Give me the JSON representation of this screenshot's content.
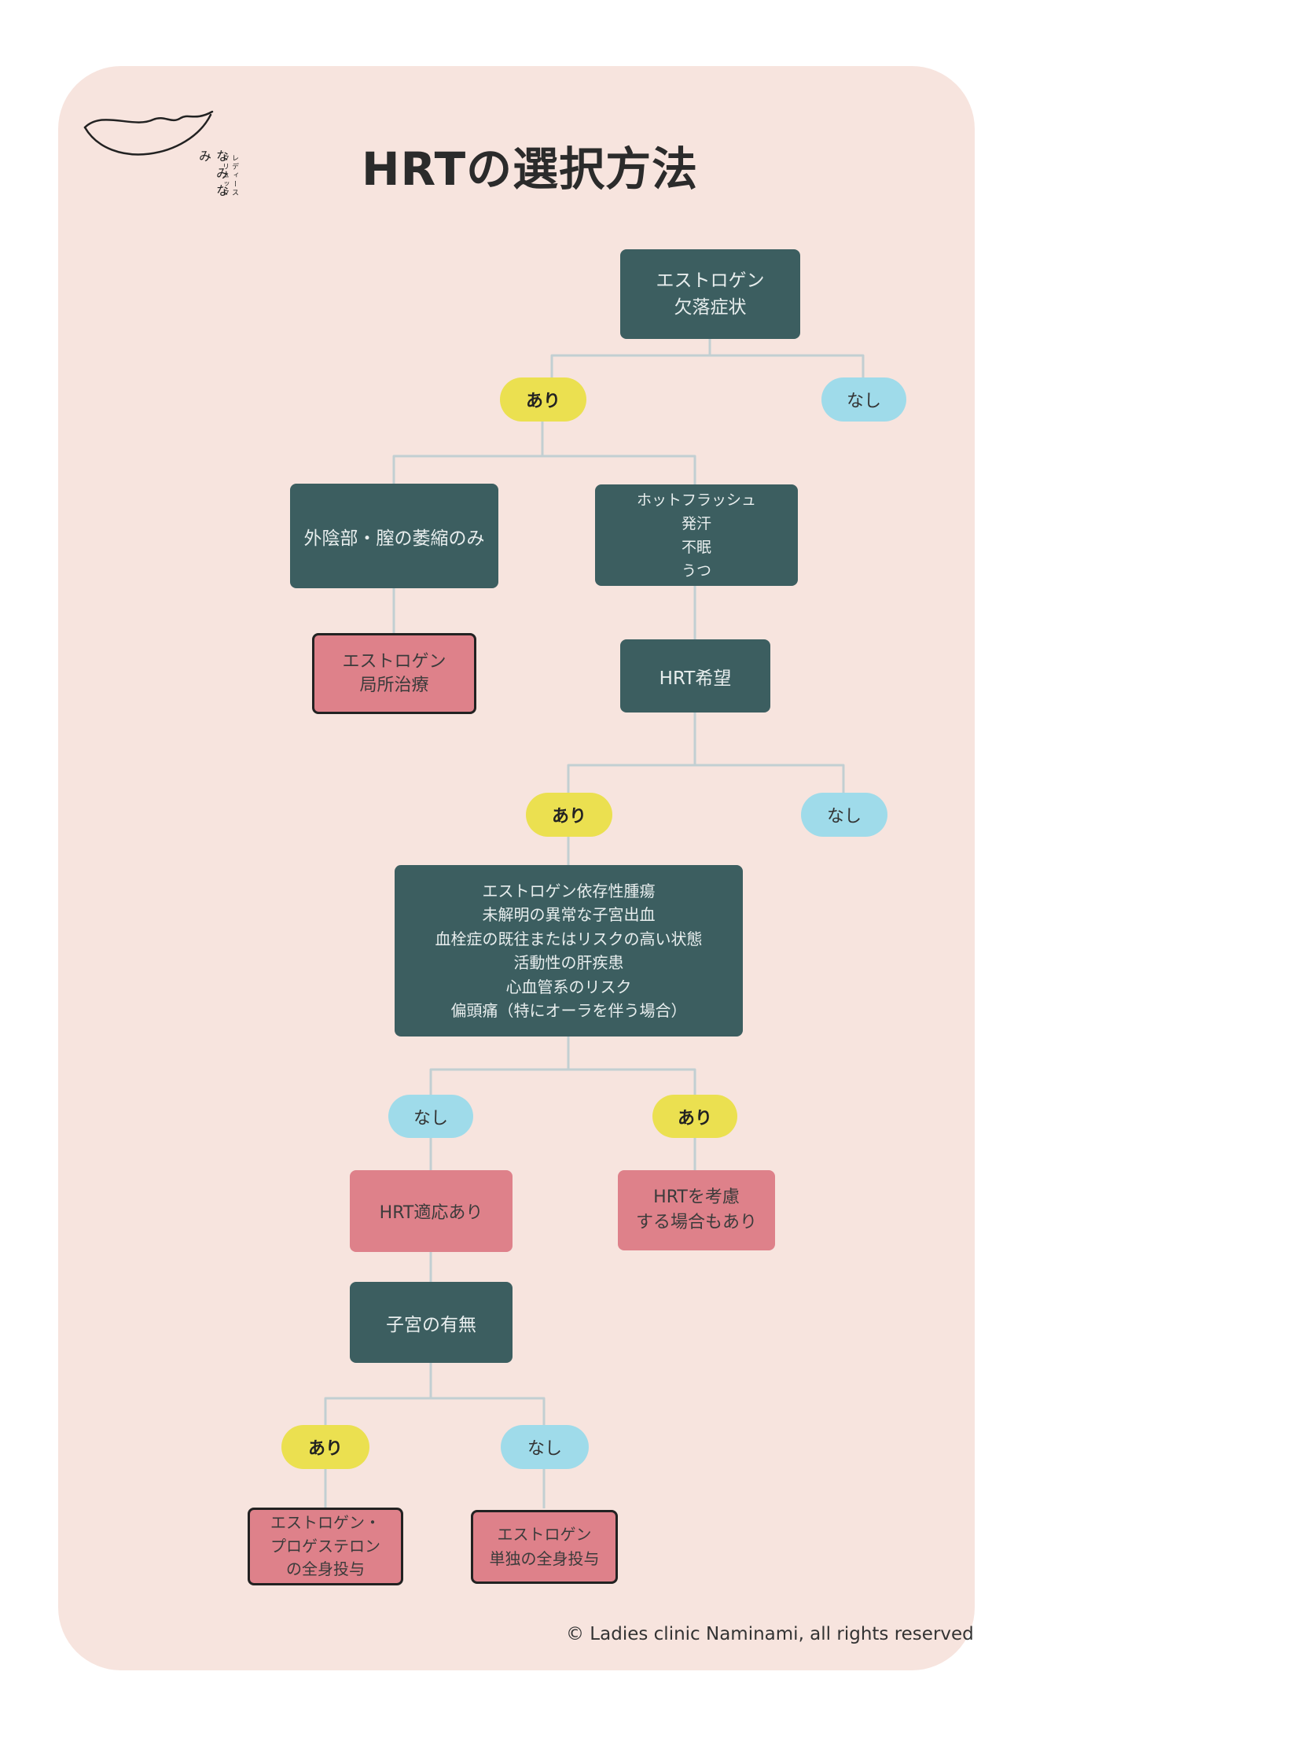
{
  "title": "HRTの選択方法",
  "logo": {
    "brand": "なみなみ",
    "subtitle": "レディースクリニック"
  },
  "footer": "© Ladies clinic Naminami, all rights reserved",
  "colors": {
    "background": "#f7e4de",
    "dark_box": "#3c5e60",
    "pink_box": "#de818a",
    "yes_pill": "#ebe050",
    "no_pill": "#9fdbea",
    "connector": "#c2cfd2"
  },
  "nodes": {
    "root": "エストロゲン\n欠落症状",
    "root_yes": "あり",
    "root_no": "なし",
    "atrophy": "外陰部・膣の萎縮のみ",
    "local_treatment": "エストロゲン\n局所治療",
    "vasomotor": "ホットフラッシュ\n発汗\n不眠\nうつ",
    "hrt_wish": "HRT希望",
    "wish_yes": "あり",
    "wish_no": "なし",
    "contraindications": "エストロゲン依存性腫瘍\n未解明の異常な子宮出血\n血栓症の既往またはリスクの高い状態\n活動性の肝疾患\n心血管系のリスク\n偏頭痛（特にオーラを伴う場合）",
    "contra_no": "なし",
    "contra_yes": "あり",
    "hrt_indicated": "HRT適応あり",
    "hrt_consider": "HRTを考慮\nする場合もあり",
    "uterus": "子宮の有無",
    "uterus_yes": "あり",
    "uterus_no": "なし",
    "combined_therapy": "エストロゲン・\nプロゲステロン\nの全身投与",
    "estrogen_only": "エストロゲン\n単独の全身投与"
  }
}
